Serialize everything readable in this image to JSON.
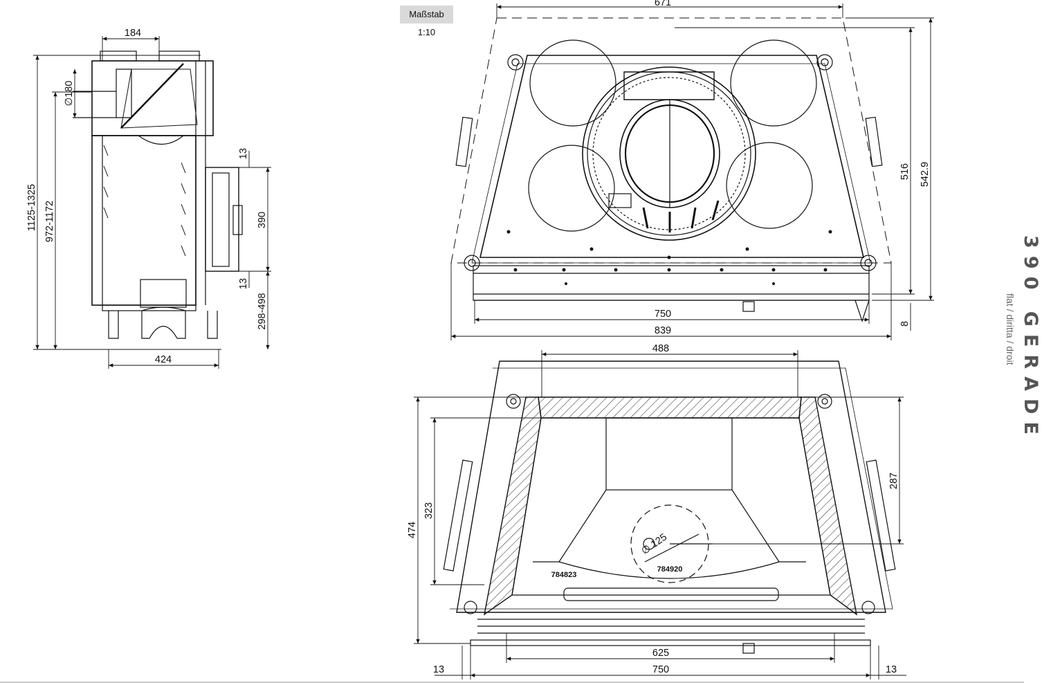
{
  "scale_label": "Maßstab 1:10",
  "product": {
    "title": "390 GERADE",
    "subtitle": "flat / diritta / droit"
  },
  "side_view": {
    "dims": {
      "top_width": "184",
      "flue_diameter": "∅180",
      "overall_height": "1125-1325",
      "frame_height": "972-1172",
      "door_gap_top": "13",
      "door_height": "390",
      "door_gap_bottom": "13",
      "base_height": "298-498",
      "depth": "424"
    }
  },
  "top_view": {
    "dims": {
      "top_width": "671",
      "inner_width": "750",
      "outer_width": "839",
      "depth_inner": "516",
      "depth_outer": "542.9",
      "offset": "8"
    }
  },
  "plan_view": {
    "dims": {
      "back_width": "488",
      "depth_total": "474",
      "depth_chamber": "323",
      "depth_right": "287",
      "opening_width": "625",
      "front_width": "750",
      "margin_left": "13",
      "margin_right": "13",
      "vent_diameter": "∅ 125"
    },
    "part_numbers": [
      "784823",
      "784920"
    ]
  }
}
